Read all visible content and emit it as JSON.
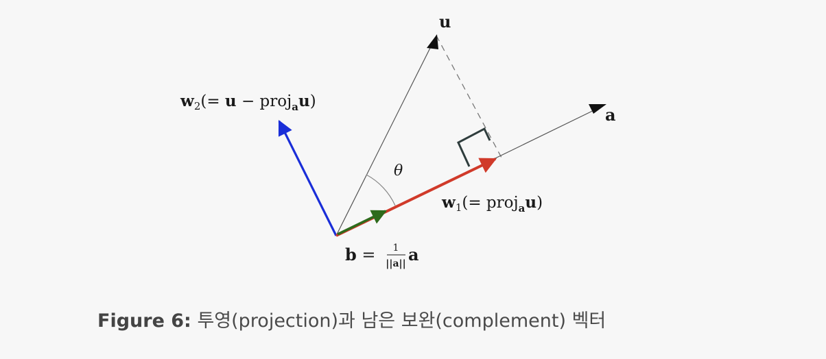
{
  "labels": {
    "u": "u",
    "a": "a",
    "theta": "θ",
    "w2_main": "w",
    "w2_sub": "2",
    "w2_rest_open": "(= ",
    "w2_u": "u",
    "w2_minus": " − proj",
    "w2_sub_a": "a",
    "w2_u2": "u",
    "w2_close": ")",
    "w1_main": "w",
    "w1_sub": "1",
    "w1_rest_open": "(= proj",
    "w1_sub_a": "a",
    "w1_u": "u",
    "w1_close": ")",
    "b_main": "b",
    "b_eq": " = ",
    "b_frac_num": "1",
    "b_frac_den": "||a||",
    "b_a": "a"
  },
  "caption": {
    "prefix": "Figure 6:",
    "text": " 투영(projection)과 남은 보완(complement) 벡터"
  },
  "colors": {
    "background": "#f7f7f7",
    "w2_vector": "#1a2ed8",
    "w1_vector": "#d03a2a",
    "b_vector": "#2e6b1c",
    "thin_vector": "#555555",
    "right_angle": "#2f3d3d"
  }
}
